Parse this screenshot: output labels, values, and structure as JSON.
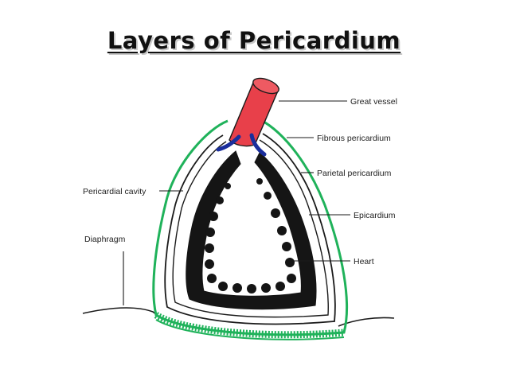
{
  "title": "Layers of Pericardium",
  "labels": {
    "great_vessel": "Great vessel",
    "fibrous_pericardium": "Fibrous pericardium",
    "parietal_pericardium": "Parietal pericardium",
    "pericardial_cavity": "Pericardial cavity",
    "epicardium": "Epicardium",
    "diaphragm": "Diaphragm",
    "heart": "Heart"
  },
  "colors": {
    "fibrous_layer": "#1fb25a",
    "great_vessel": "#e8404a",
    "vessel_ends": "#1a2e9c",
    "heart_muscle": "#151515",
    "outline": "#1a1a1a"
  }
}
